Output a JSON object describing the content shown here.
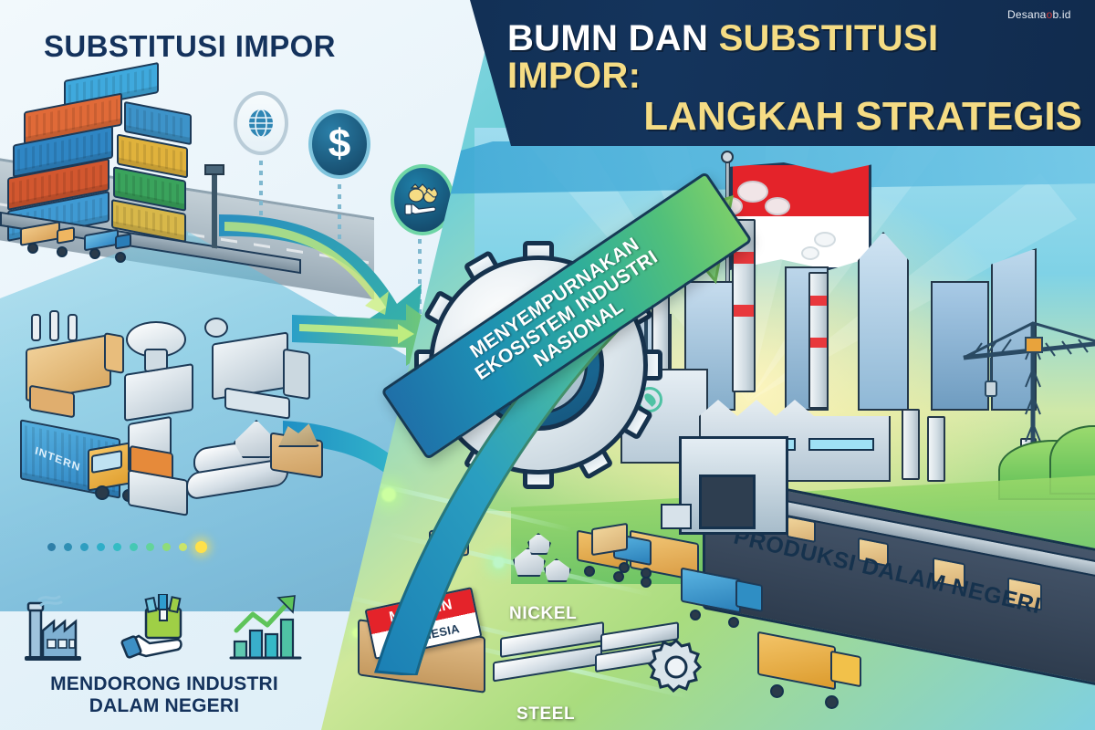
{
  "poster": {
    "watermark": {
      "prefix": "Desana",
      "accent": "o",
      "suffix": "b.id"
    }
  },
  "header": {
    "line1_white": "BUMN DAN ",
    "line1_yellow": "SUBSTITUSI IMPOR:",
    "line2": "LANGKAH STRATEGIS",
    "bg_color": "#12345c",
    "white_color": "#ffffff",
    "yellow_color": "#f5dc84"
  },
  "left_panel": {
    "title": "SUBSTITUSI IMPOR",
    "caption_line1": "MENDORONG INDUSTRI",
    "caption_line2": "DALAM NEGERI",
    "container_label": "INTERN",
    "icons": [
      {
        "name": "globe-icon",
        "glyph": "⊕"
      },
      {
        "name": "dollar-coin-icon",
        "glyph": "$"
      },
      {
        "name": "money-bag-hand-icon",
        "glyph": "●"
      }
    ],
    "bottom_icons": [
      {
        "name": "factory-icon",
        "label": ""
      },
      {
        "name": "hand-holding-shopping-bag-icon",
        "label": ""
      },
      {
        "name": "growth-chart-icon",
        "label": ""
      }
    ],
    "progress_dots": [
      "#2f7fa8",
      "#2f8fb4",
      "#2f9ec0",
      "#2faec8",
      "#34bcc4",
      "#45c8b4",
      "#63d49a",
      "#8fdc78",
      "#c9e46a",
      "#ffe14a"
    ]
  },
  "center": {
    "ribbon_line1": "MENYEMPURNAKAN",
    "ribbon_line2": "EKOSISTEM INDUSTRI",
    "ribbon_line3": "NASIONAL",
    "gear_name": "industry-gear"
  },
  "right_panel": {
    "flag": {
      "name": "indonesia-flag",
      "top_color": "#e4232a",
      "bottom_color": "#ffffff"
    },
    "conveyor_text": "PRODUKSI DALAM NEGERI",
    "materials": [
      {
        "name": "nickel-label",
        "label": "NICKEL"
      },
      {
        "name": "steel-label",
        "label": "STEEL"
      }
    ],
    "made_in": {
      "top": "MADE IN",
      "bottom": "INDONESIA"
    }
  },
  "colors": {
    "navy": "#14325c",
    "teal": "#2e9ed0",
    "green": "#7ccf6a",
    "accent_yellow": "#f5dc84",
    "red": "#e4232a"
  }
}
